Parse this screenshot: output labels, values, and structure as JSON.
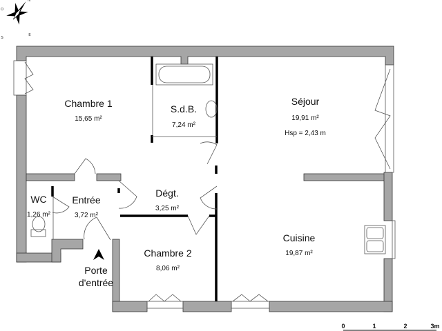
{
  "rooms": [
    {
      "name": "Chambre 1",
      "area": "15,65 m²"
    },
    {
      "name": "S.d.B.",
      "area": "7,24 m²"
    },
    {
      "name": "Séjour",
      "area": "19,91 m²",
      "height": "Hsp = 2,43 m"
    },
    {
      "name": "WC",
      "area": "1,26 m²"
    },
    {
      "name": "Entrée",
      "area": "3,72 m²"
    },
    {
      "name": "Dégt.",
      "area": "3,25 m²"
    },
    {
      "name": "Chambre 2",
      "area": "8,06 m²"
    },
    {
      "name": "Cuisine",
      "area": "19,87 m²"
    }
  ],
  "entrance": {
    "line1": "Porte",
    "line2": "d'entrée"
  },
  "compass": {
    "n": "N",
    "s": "S",
    "e": "E",
    "o": "O"
  },
  "scale": {
    "ticks": [
      "0",
      "1",
      "2",
      "3m"
    ]
  },
  "colors": {
    "wall": "#a6a6a6",
    "partition": "#000000"
  }
}
